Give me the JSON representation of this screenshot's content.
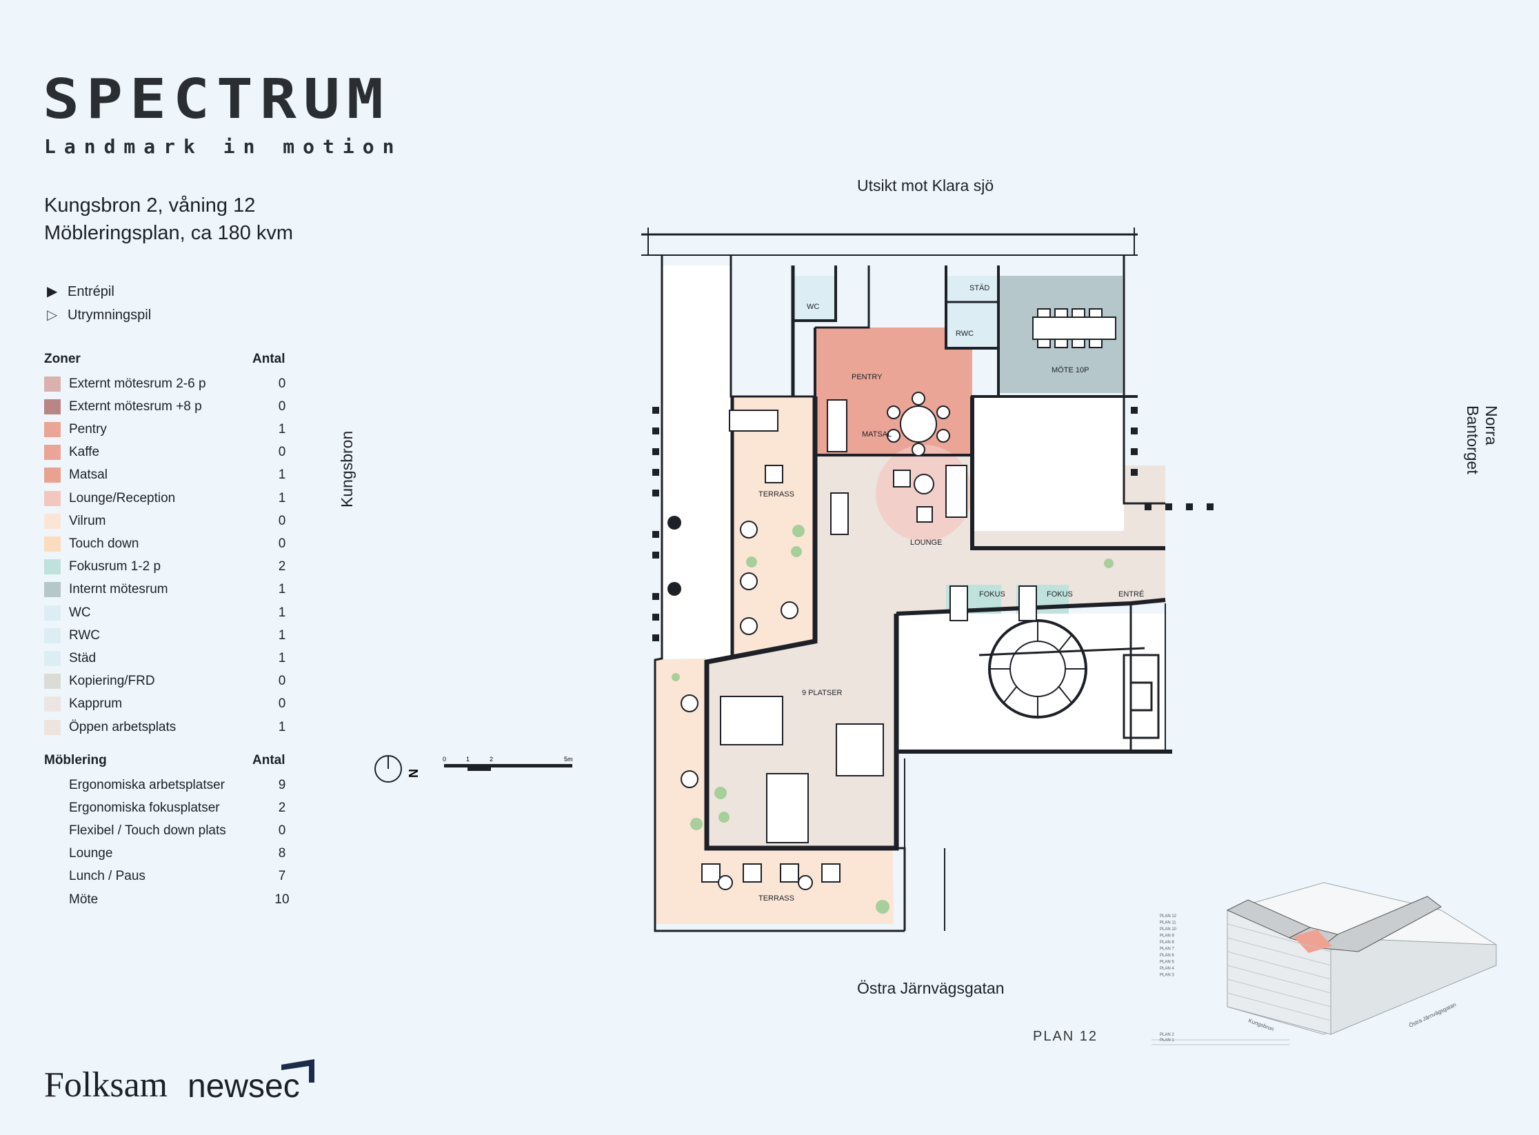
{
  "brand": {
    "title": "SPECTRUM",
    "subtitle": "Landmark in motion"
  },
  "property": {
    "address": "Kungsbron 2, våning 12",
    "plan_description": "Möbleringsplan, ca 180 kvm"
  },
  "arrows": {
    "entry": "Entrépil",
    "exit": "Utrymningspil"
  },
  "zones": {
    "header": "Zoner",
    "count_header": "Antal",
    "items": [
      {
        "label": "Externt mötesrum 2-6 p",
        "count": "0",
        "color": "#d9b2b0"
      },
      {
        "label": "Externt mötesrum +8 p",
        "count": "0",
        "color": "#b98585"
      },
      {
        "label": "Pentry",
        "count": "1",
        "color": "#eaa596"
      },
      {
        "label": "Kaffe",
        "count": "0",
        "color": "#eaa596"
      },
      {
        "label": "Matsal",
        "count": "1",
        "color": "#e9a292"
      },
      {
        "label": "Lounge/Reception",
        "count": "1",
        "color": "#f3c7c0"
      },
      {
        "label": "Vilrum",
        "count": "0",
        "color": "#fbe6d6"
      },
      {
        "label": "Touch down",
        "count": "0",
        "color": "#fbdcbe"
      },
      {
        "label": "Fokusrum 1-2 p",
        "count": "2",
        "color": "#bfe3dc"
      },
      {
        "label": "Internt mötesrum",
        "count": "1",
        "color": "#b5c7ca"
      },
      {
        "label": "WC",
        "count": "1",
        "color": "#dcedf3"
      },
      {
        "label": "RWC",
        "count": "1",
        "color": "#dcedf3"
      },
      {
        "label": "Städ",
        "count": "1",
        "color": "#dcedf3"
      },
      {
        "label": "Kopiering/FRD",
        "count": "0",
        "color": "#dcdcd7"
      },
      {
        "label": "Kapprum",
        "count": "0",
        "color": "#ebe6e1"
      },
      {
        "label": "Öppen arbetsplats",
        "count": "1",
        "color": "#ede4de"
      }
    ]
  },
  "furnishing": {
    "header": "Möblering",
    "count_header": "Antal",
    "items": [
      {
        "label": "Ergonomiska arbetsplatser",
        "count": "9"
      },
      {
        "label": "Ergonomiska fokusplatser",
        "count": "2"
      },
      {
        "label": "Flexibel / Touch down plats",
        "count": "0"
      },
      {
        "label": "Lounge",
        "count": "8"
      },
      {
        "label": "Lunch / Paus",
        "count": "7"
      },
      {
        "label": "Möte",
        "count": "10"
      }
    ]
  },
  "streets": {
    "north": "Utsikt mot Klara sjö",
    "south": "Östra Järnvägsgatan",
    "west": "Kungsbron",
    "east": "Norra Bantorget"
  },
  "compass": {
    "label": "N"
  },
  "scale": {
    "ticks": [
      "0",
      "1",
      "2",
      "5m"
    ]
  },
  "rooms": {
    "wc": "WC",
    "stad": "STÄD",
    "rwc": "RWC",
    "mote": "MÖTE 10P",
    "pentry": "PENTRY",
    "matsal": "MATSAL",
    "terrass_upper": "TERRASS",
    "lounge": "LOUNGE",
    "fokus1": "FOKUS",
    "fokus2": "FOKUS",
    "entre": "ENTRÉ",
    "platser": "9 PLATSER",
    "terrass_lower": "TERRASS"
  },
  "plan_label": "PLAN 12",
  "mini_levels": [
    "PLAN 12",
    "PLAN 11",
    "PLAN 10",
    "PLAN 9",
    "PLAN 8",
    "PLAN 7",
    "PLAN 6",
    "PLAN 5",
    "PLAN 4",
    "PLAN 3",
    "PLAN 2",
    "PLAN 1"
  ],
  "mini_streets": {
    "a": "Kungsbron",
    "b": "Östra Järnvägsgatan"
  },
  "footer": {
    "logo1": "Folksam",
    "logo2": "newsec"
  }
}
